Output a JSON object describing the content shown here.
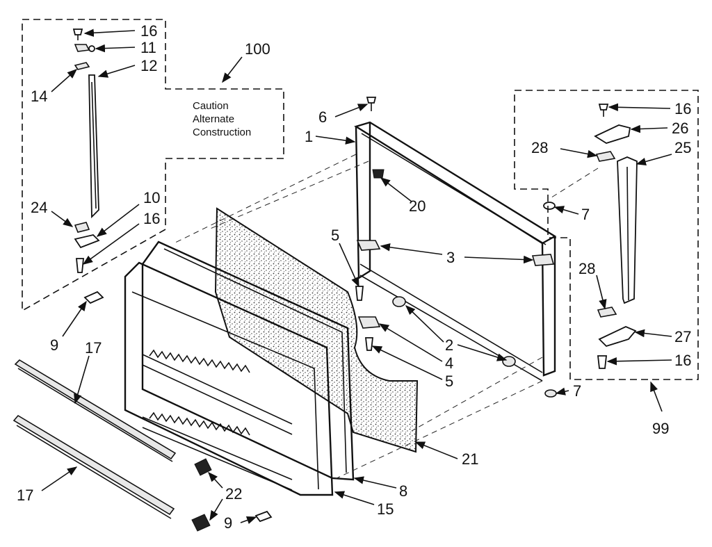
{
  "note": {
    "line1": "Caution",
    "line2": "Alternate",
    "line3": "Construction"
  },
  "callouts": {
    "c100": "100",
    "c16a": "16",
    "c11": "11",
    "c12": "12",
    "c14": "14",
    "c24": "24",
    "c10": "10",
    "c16b": "16",
    "c9a": "9",
    "c17a": "17",
    "c17b": "17",
    "c22": "22",
    "c9b": "9",
    "c15": "15",
    "c8": "8",
    "c21": "21",
    "c6": "6",
    "c1": "1",
    "c20": "20",
    "c5a": "5",
    "c3": "3",
    "c2": "2",
    "c4": "4",
    "c5b": "5",
    "c7a": "7",
    "c7b": "7",
    "c16c": "16",
    "c26": "26",
    "c28a": "28",
    "c25": "25",
    "c28b": "28",
    "c27": "27",
    "c16d": "16",
    "c99": "99"
  }
}
